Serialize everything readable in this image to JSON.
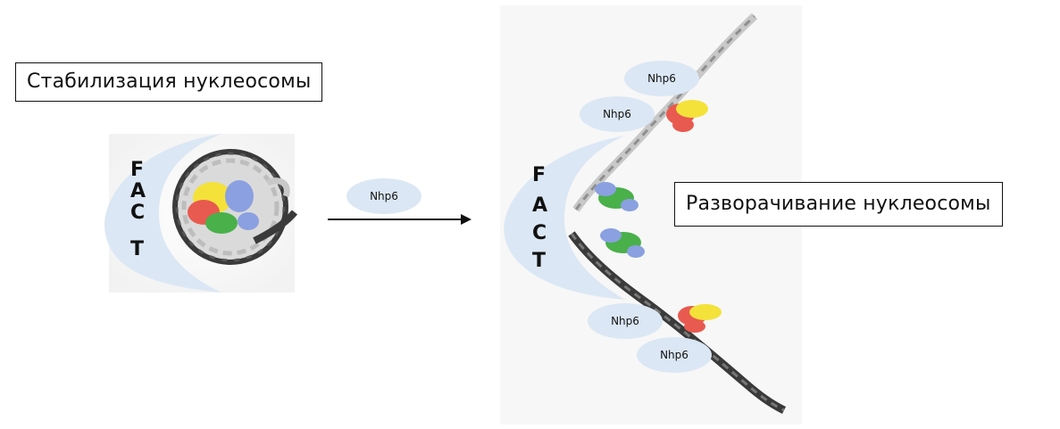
{
  "labels": {
    "stabilization": "Стабилизация нуклеосомы",
    "unwrapping": "Разворачивание нуклеосомы"
  },
  "fact_letters": [
    "F",
    "A",
    "C",
    "T"
  ],
  "nhp6_label": "Nhp6",
  "colors": {
    "fact_shape": "#dbe7f4",
    "nhp6_oval": "#dbe7f4",
    "panel_bg": "#f6f6f6",
    "dna_dark": "#3a3a3a",
    "dna_light": "#c8c8c8",
    "histone_red": "#e85a4f",
    "histone_yellow": "#f4e23a",
    "histone_green": "#49b04a",
    "histone_blue": "#8aa0e0",
    "arrow": "#111111"
  }
}
